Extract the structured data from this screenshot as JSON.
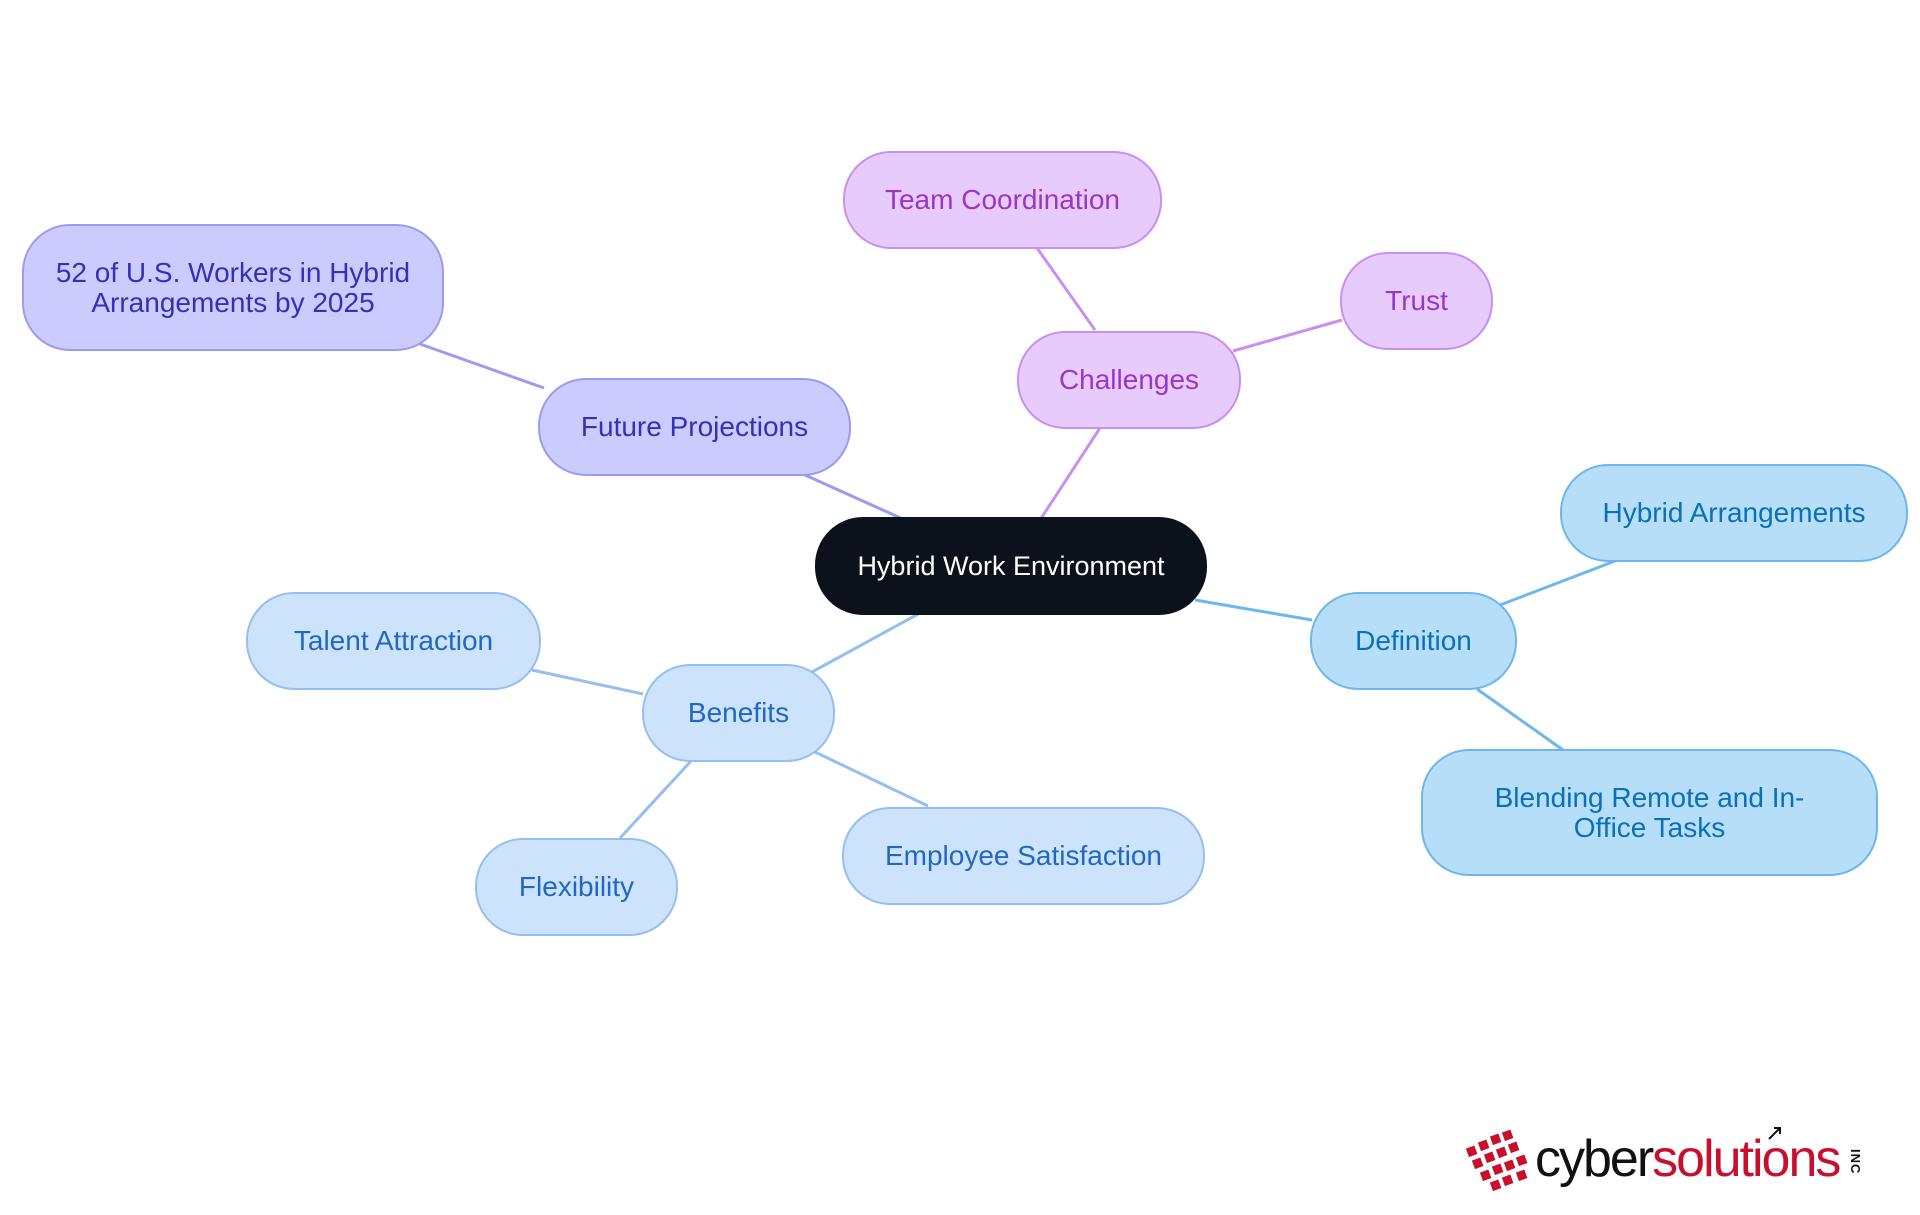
{
  "mindmap": {
    "root": {
      "label": "Hybrid Work Environment"
    },
    "branches": [
      {
        "id": "challenges",
        "label": "Challenges",
        "color": "#c890f0",
        "children": [
          {
            "id": "team-coordination",
            "label": "Team Coordination"
          },
          {
            "id": "trust",
            "label": "Trust"
          }
        ]
      },
      {
        "id": "future-projections",
        "label": "Future Projections",
        "color": "#9a9cf0",
        "children": [
          {
            "id": "hybrid-workers-2025",
            "label": "52 of U.S. Workers in Hybrid Arrangements by 2025"
          }
        ]
      },
      {
        "id": "benefits",
        "label": "Benefits",
        "color": "#95bff0",
        "children": [
          {
            "id": "talent-attraction",
            "label": "Talent Attraction"
          },
          {
            "id": "flexibility",
            "label": "Flexibility"
          },
          {
            "id": "employee-satisfaction",
            "label": "Employee Satisfaction"
          }
        ]
      },
      {
        "id": "definition",
        "label": "Definition",
        "color": "#6db7ec",
        "children": [
          {
            "id": "hybrid-arrangements",
            "label": "Hybrid Arrangements"
          },
          {
            "id": "blending-tasks",
            "label": "Blending Remote and In-Office Tasks"
          }
        ]
      }
    ]
  },
  "logo": {
    "brand_part1": "cyber",
    "brand_part2": "solutions",
    "suffix": "INC",
    "primary_color": "#c8102e",
    "secondary_color": "#111111"
  }
}
